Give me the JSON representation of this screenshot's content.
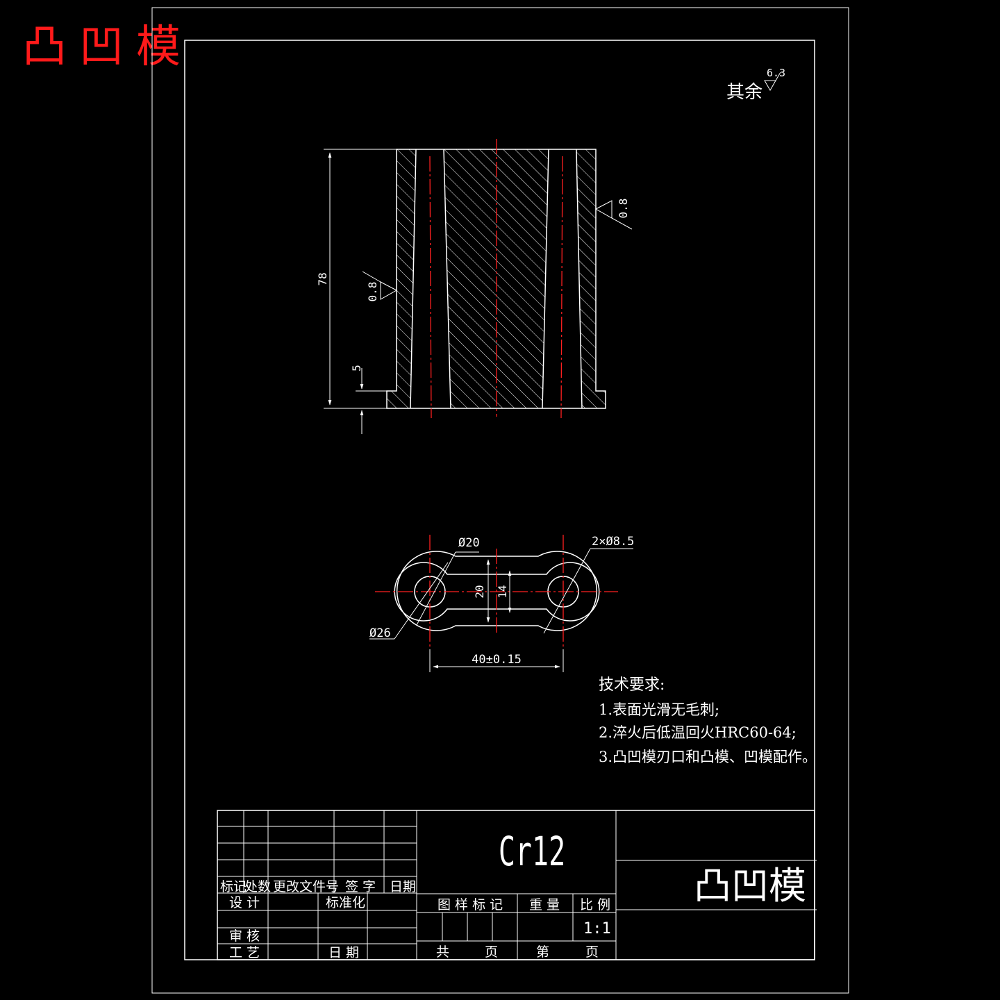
{
  "corner_title": "凸凹模",
  "surface_finish": {
    "label": "其余",
    "value": "6.3"
  },
  "front_view": {
    "height_dim": "78",
    "flange_dim": "5",
    "roughness_left": "0.8",
    "roughness_right": "0.8"
  },
  "top_view": {
    "dia_outer": "Ø26",
    "dia_boss": "Ø20",
    "holes": "2×Ø8.5",
    "width_outer": "20",
    "width_inner": "14",
    "center_dist": "40±0.15"
  },
  "tech_requirements": {
    "heading": "技术要求:",
    "items": [
      "1.表面光滑无毛刺;",
      "2.淬火后低温回火HRC60-64;",
      "3.凸凹模刃口和凸模、凹模配作。"
    ]
  },
  "title_block": {
    "material": "Cr12",
    "part_name": "凸凹模",
    "rev_headers": [
      "标记",
      "处数",
      "更改文件号",
      "签 字",
      "日期"
    ],
    "design": "设 计",
    "standardize": "标准化",
    "review": "审 核",
    "process": "工 艺",
    "date": "日 期",
    "drawing_mark": "图 样 标 记",
    "weight": "重 量",
    "scale_label": "比 例",
    "scale_value": "1:1",
    "total": "共",
    "page": "页",
    "nth": "第",
    "page2": "页"
  }
}
